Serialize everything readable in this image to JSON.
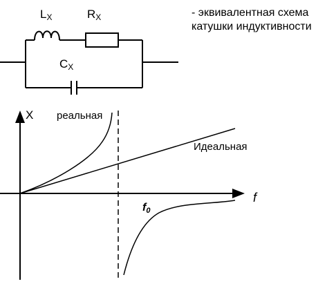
{
  "circuit": {
    "inductor_label": "L",
    "inductor_subscript": "X",
    "resistor_label": "R",
    "resistor_subscript": "X",
    "capacitor_label": "C",
    "capacitor_subscript": "X"
  },
  "caption": {
    "line1": "- эквивалентная схема",
    "line2": "катушки индуктивности"
  },
  "graph": {
    "y_axis_label": "X",
    "x_axis_label": "f",
    "resonance_label": "f",
    "resonance_subscript": "0",
    "real_curve_label": "реальная",
    "ideal_curve_label": "Идеальная"
  }
}
